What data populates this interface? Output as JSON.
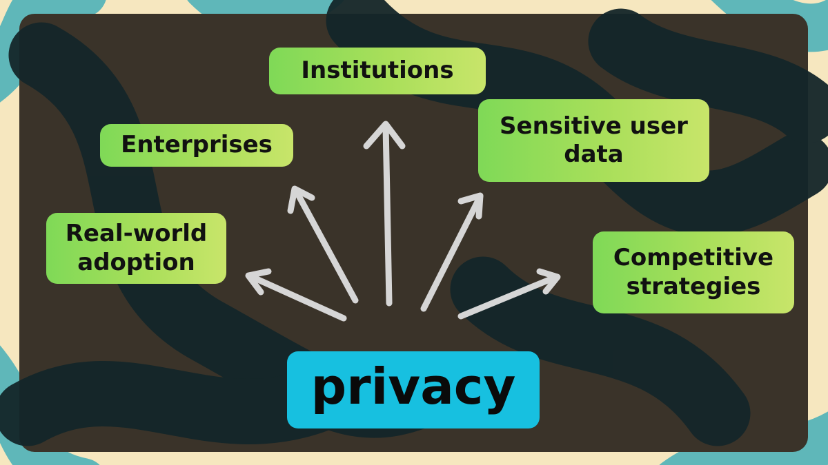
{
  "center": {
    "label": "privacy"
  },
  "nodes": {
    "institutions": "Institutions",
    "enterprises": "Enterprises",
    "sensitive_user_data": "Sensitive user data",
    "real_world_adoption": "Real-world adoption",
    "competitive_strategies": "Competitive strategies"
  },
  "colors": {
    "background_cream": "#f6e7bf",
    "panel_dark": "#3a3329",
    "swirl_dark": "#142629",
    "swirl_teal": "#5fb7b9",
    "node_green": "#a9df5a",
    "center_blue": "#17c0e0",
    "arrow_grey": "#d6d6d6"
  }
}
